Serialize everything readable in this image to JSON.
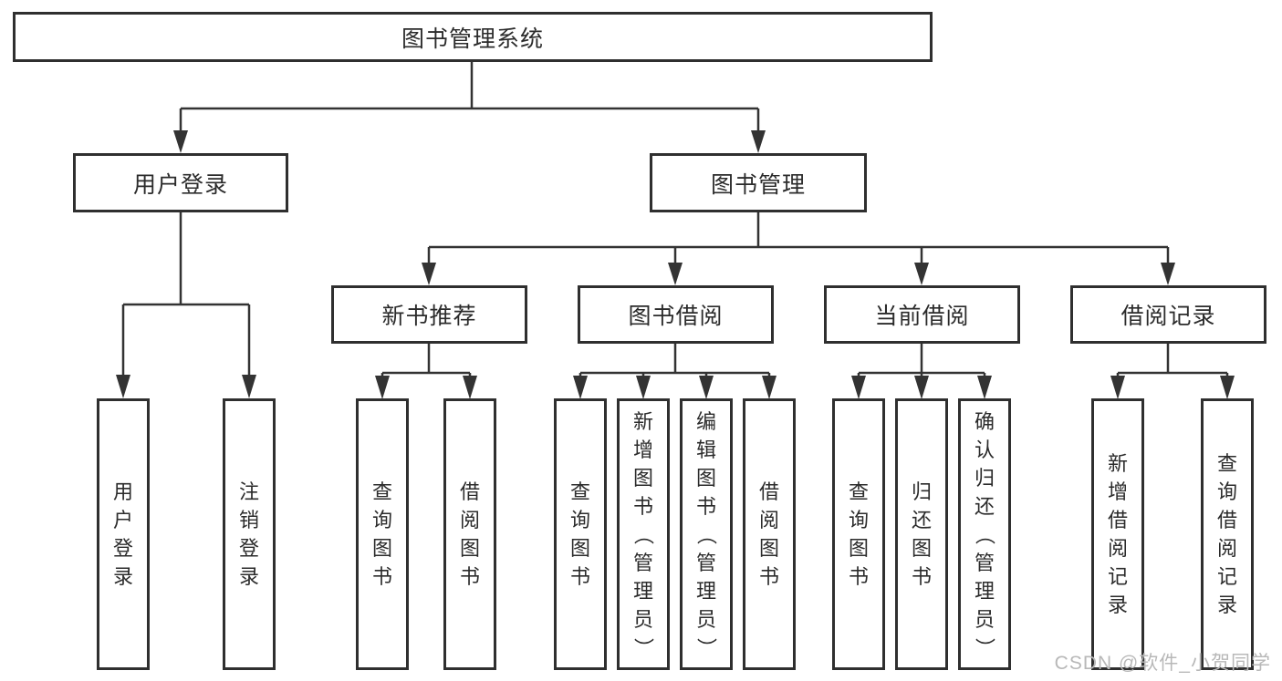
{
  "diagram": {
    "title": "图书管理系统",
    "nodes": {
      "root": "图书管理系统",
      "user_login": "用户登录",
      "book_management": "图书管理",
      "new_book_recommend": "新书推荐",
      "book_borrowing": "图书借阅",
      "current_borrowing": "当前借阅",
      "borrowing_records": "借阅记录",
      "leaf_user_login": "用户登录",
      "leaf_logout": "注销登录",
      "leaf_rec_query_books": "查询图书",
      "leaf_rec_borrow_books": "借阅图书",
      "leaf_bb_query_books": "查询图书",
      "leaf_bb_add_books_admin": "新增图书（管理员）",
      "leaf_bb_edit_books_admin": "编辑图书（管理员）",
      "leaf_bb_borrow_books": "借阅图书",
      "leaf_cb_query_books": "查询图书",
      "leaf_cb_return_books": "归还图书",
      "leaf_cb_confirm_return_admin": "确认归还（管理员）",
      "leaf_br_add_record": "新增借阅记录",
      "leaf_br_query_record": "查询借阅记录"
    },
    "colors": {
      "background": "#ffffff",
      "line": "#333333",
      "box_border": "#2f2f2f",
      "text": "#2b2b2b",
      "watermark": "#b8b8b8"
    },
    "watermark": "CSDN @软件_小贺同学"
  }
}
